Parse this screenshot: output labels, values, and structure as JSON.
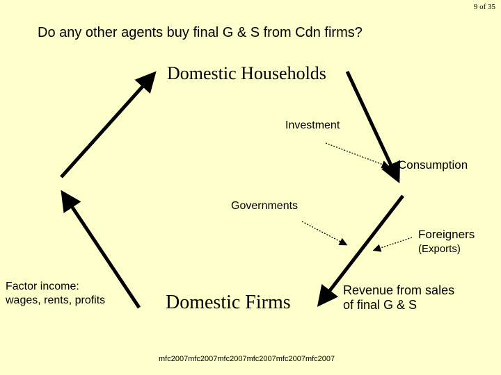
{
  "slide": {
    "page_number": "9 of 35",
    "question": "Do any other agents buy final G & S from Cdn firms?",
    "footer": "mfc2007mfc2007mfc2007mfc2007mfc2007mfc2007"
  },
  "nodes": {
    "households": "Domestic Households",
    "firms": "Domestic Firms",
    "investment": "Investment",
    "consumption": "Consumption",
    "governments": "Governments",
    "foreigners": "Foreigners",
    "exports": "(Exports)",
    "factor_income_line1": "Factor income:",
    "factor_income_line2": "wages, rents, profits",
    "revenue_line1": "Revenue from sales",
    "revenue_line2": "of final G & S"
  }
}
